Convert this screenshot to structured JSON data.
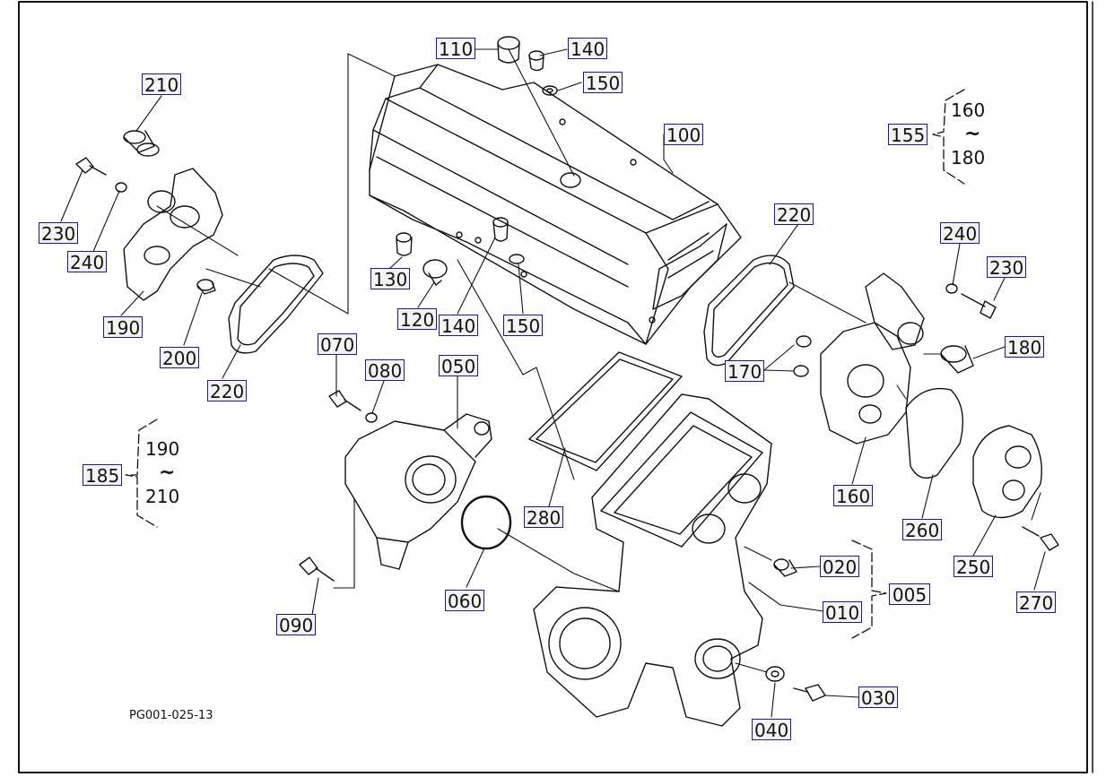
{
  "drawing_code": "PG001-025-13",
  "callouts": {
    "c005": "005",
    "c010": "010",
    "c020": "020",
    "c030": "030",
    "c040": "040",
    "c050": "050",
    "c060": "060",
    "c070": "070",
    "c080": "080",
    "c090": "090",
    "c100": "100",
    "c110": "110",
    "c120": "120",
    "c130": "130",
    "c140a": "140",
    "c140b": "140",
    "c150a": "150",
    "c150b": "150",
    "c155": "155",
    "c160": "160",
    "c170": "170",
    "c180": "180",
    "c185": "185",
    "c190": "190",
    "c200": "200",
    "c210": "210",
    "c220a": "220",
    "c220b": "220",
    "c230a": "230",
    "c230b": "230",
    "c240a": "240",
    "c240b": "240",
    "c250": "250",
    "c260": "260",
    "c270": "270",
    "c280": "280"
  },
  "groups": {
    "g155": {
      "from": "160",
      "sep": "~",
      "to": "180"
    },
    "g185": {
      "from": "190",
      "sep": "~",
      "to": "210"
    }
  }
}
